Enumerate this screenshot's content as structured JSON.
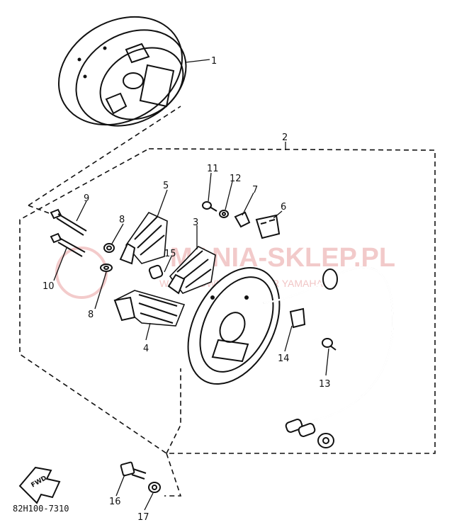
{
  "diagram": {
    "callouts": [
      "1",
      "2",
      "3",
      "4",
      "5",
      "6",
      "7",
      "8",
      "8",
      "9",
      "10",
      "11",
      "12",
      "13",
      "14",
      "15",
      "16",
      "17"
    ],
    "fwd_label": "FWD",
    "part_code": "82H100-7310",
    "watermark": {
      "main": "MANIA-SKLEP.PL",
      "sub": "W  HURTOWNI  ...  DEALER  YAMAHA"
    }
  }
}
